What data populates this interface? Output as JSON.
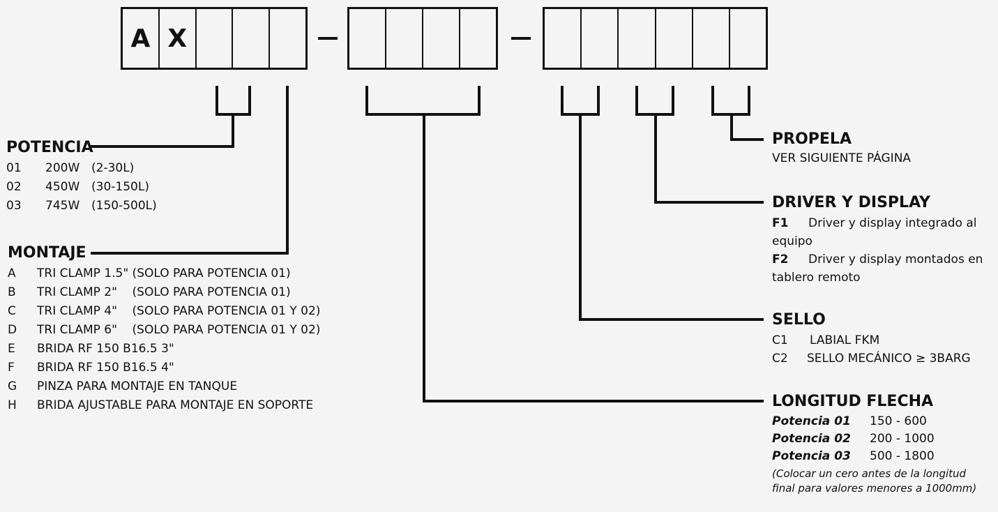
{
  "code_groups": [
    {
      "cells": [
        "A",
        "X",
        "",
        "",
        ""
      ]
    },
    {
      "cells": [
        "",
        "",
        "",
        ""
      ]
    },
    {
      "cells": [
        "",
        "",
        "",
        "",
        "",
        ""
      ]
    }
  ],
  "potencia": {
    "title": "POTENCIA",
    "rows": [
      {
        "code": "01",
        "watts": "200W",
        "range": "(2-30L)"
      },
      {
        "code": "02",
        "watts": "450W",
        "range": "(30-150L)"
      },
      {
        "code": "03",
        "watts": "745W",
        "range": "(150-500L)"
      }
    ]
  },
  "montaje": {
    "title": "MONTAJE",
    "rows": [
      {
        "code": "A",
        "desc": "TRI CLAMP 1.5\" (SOLO PARA POTENCIA 01)"
      },
      {
        "code": "B",
        "desc": "TRI CLAMP 2\"    (SOLO PARA POTENCIA 01)"
      },
      {
        "code": "C",
        "desc": "TRI CLAMP 4\"    (SOLO PARA POTENCIA 01 Y 02)"
      },
      {
        "code": "D",
        "desc": "TRI CLAMP 6\"    (SOLO PARA POTENCIA 01 Y 02)"
      },
      {
        "code": "E",
        "desc": "BRIDA RF 150 B16.5 3\""
      },
      {
        "code": "F",
        "desc": "BRIDA RF 150 B16.5 4\""
      },
      {
        "code": "G",
        "desc": "PINZA PARA MONTAJE EN TANQUE"
      },
      {
        "code": "H",
        "desc": "BRIDA AJUSTABLE PARA MONTAJE EN SOPORTE"
      }
    ]
  },
  "propela": {
    "title": "PROPELA",
    "text": "VER SIGUIENTE PÁGINA"
  },
  "driver": {
    "title": "DRIVER Y DISPLAY",
    "rows": [
      {
        "code": "F1",
        "desc": "Driver y display integrado al equipo"
      },
      {
        "code": "F2",
        "desc": "Driver y display montados en tablero remoto"
      }
    ]
  },
  "sello": {
    "title": "SELLO",
    "rows": [
      {
        "code": "C1",
        "desc": "LABIAL FKM"
      },
      {
        "code": "C2",
        "desc": "SELLO MECÁNICO ≥ 3BARG"
      }
    ]
  },
  "longitud": {
    "title": "LONGITUD FLECHA",
    "rows": [
      {
        "label": "Potencia 01",
        "range": "150 - 600"
      },
      {
        "label": "Potencia 02",
        "range": "200 - 1000"
      },
      {
        "label": "Potencia 03",
        "range": "500 - 1800"
      }
    ],
    "note": "(Colocar un cero antes de la longitud final para valores menores a 1000mm)"
  },
  "colors": {
    "ink": "#111111",
    "background": "#f4f4f4"
  }
}
